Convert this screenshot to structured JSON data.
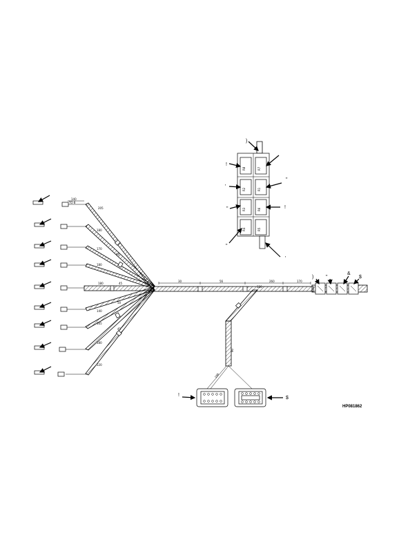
{
  "drawing": {
    "code": "HP081862"
  },
  "relay_box": {
    "relays": [
      "R8",
      "R7",
      "R2",
      "R1",
      "R3",
      "R6",
      "R4",
      "R5"
    ],
    "callouts": [
      ")",
      "!",
      "'",
      "\"",
      "\"",
      "\"",
      "!",
      "'"
    ]
  },
  "right_connectors": {
    "callouts": [
      ")",
      "\"",
      "&",
      "$"
    ]
  },
  "bottom_connectors": {
    "left_callout": "!",
    "right_callout": "$"
  }
}
